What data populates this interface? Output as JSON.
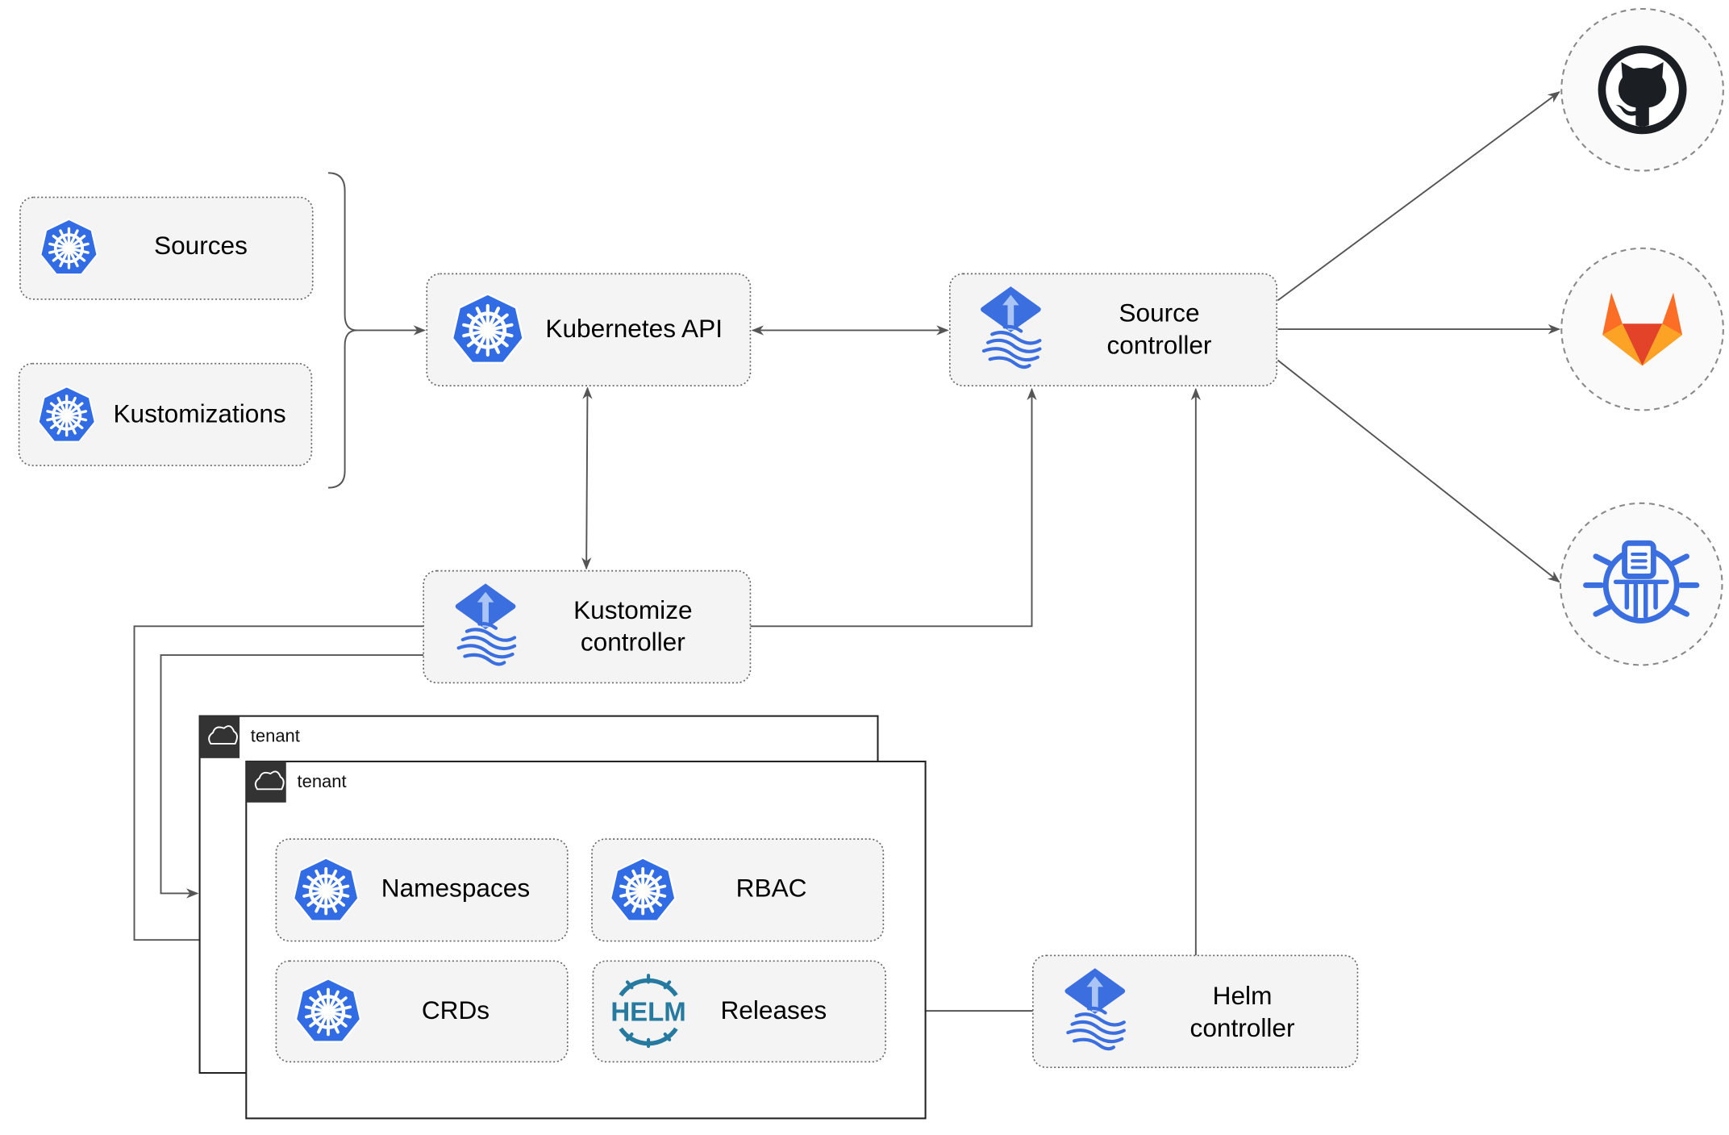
{
  "nodes": {
    "sources": "Sources",
    "kustomizations": "Kustomizations",
    "kubernetes_api": "Kubernetes API",
    "source_controller": [
      "Source",
      "controller"
    ],
    "kustomize_controller": [
      "Kustomize",
      "controller"
    ],
    "helm_controller": [
      "Helm",
      "controller"
    ],
    "namespaces": "Namespaces",
    "rbac": "RBAC",
    "crds": "CRDs",
    "releases": "Releases"
  },
  "tenants": [
    "tenant",
    "tenant"
  ],
  "helm_logo_text": "HELM",
  "external_sources": [
    "github-icon",
    "gitlab-icon",
    "bucket-icon"
  ],
  "colors": {
    "kubernetes_blue": "#326ce5",
    "flux_blue": "#3b6fe0",
    "helm_blue": "#277a9f",
    "gitlab_orange": "#fc6d26",
    "github_dark": "#1b1f23"
  }
}
